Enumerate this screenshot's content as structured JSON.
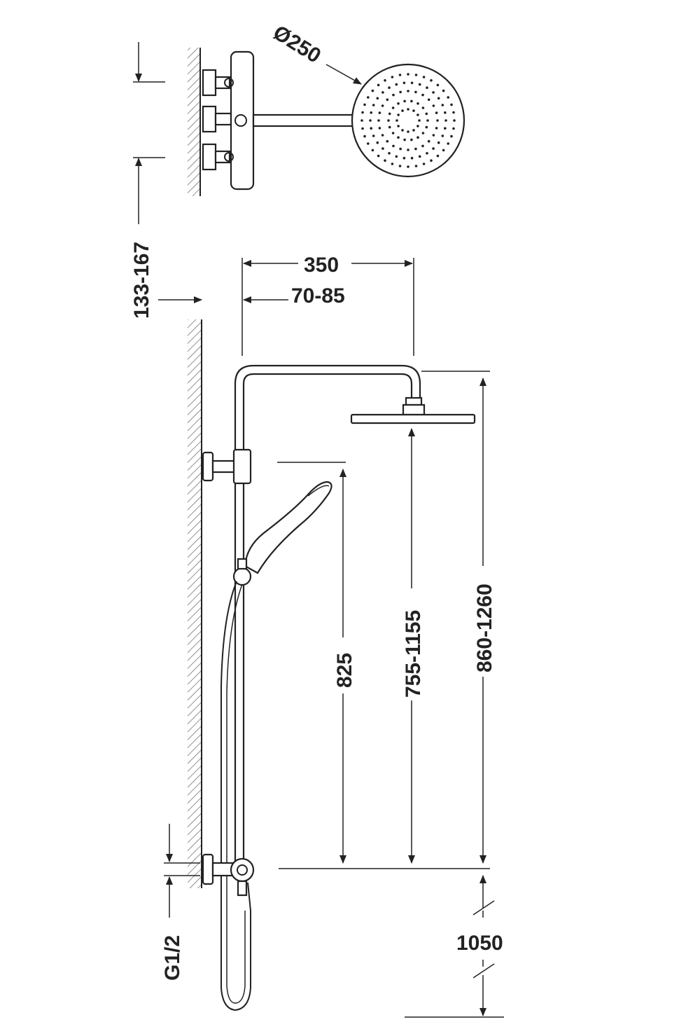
{
  "dimensions": {
    "head_diameter": "Ø250",
    "arm_length": "350",
    "wall_offset": "70-85",
    "inlet_spacing": "133-167",
    "handshower_height": "825",
    "head_height": "755-1155",
    "overall_height": "860-1260",
    "floor_height": "1050",
    "connection": "G1/2"
  },
  "colors": {
    "line": "#222222",
    "background": "#ffffff"
  }
}
